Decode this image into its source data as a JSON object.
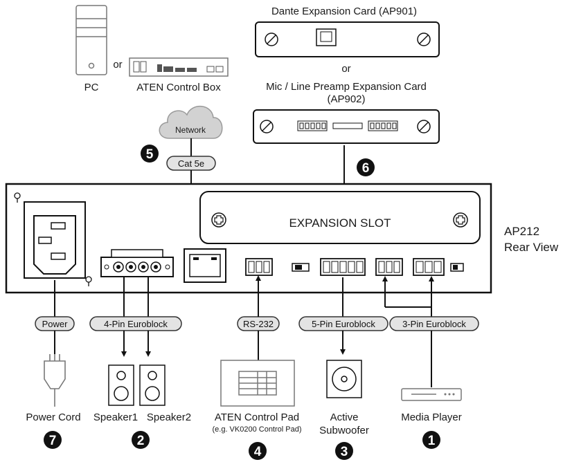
{
  "devices": {
    "pc": "PC",
    "or_top": "or",
    "control_box": "ATEN Control Box",
    "network": "Network",
    "dante_card": "Dante Expansion Card (AP901)",
    "or_cards": "or",
    "mic_card_line1": "Mic / Line Preamp Expansion Card",
    "mic_card_line2": "(AP902)",
    "expansion_slot": "EXPANSION SLOT",
    "model_line1": "AP212",
    "model_line2": "Rear View",
    "power_cord": "Power Cord",
    "speaker1": "Speaker1",
    "speaker2": "Speaker2",
    "control_pad_line1": "ATEN Control Pad",
    "control_pad_line2": "(e.g. VK0200 Control Pad)",
    "subwoofer_line1": "Active",
    "subwoofer_line2": "Subwoofer",
    "media_player": "Media Player"
  },
  "cables": {
    "cat5e": "Cat 5e",
    "power": "Power",
    "four_pin": "4-Pin Euroblock",
    "rs232": "RS-232",
    "five_pin": "5-Pin Euroblock",
    "three_pin": "3-Pin Euroblock"
  },
  "steps": [
    "1",
    "2",
    "3",
    "4",
    "5",
    "6",
    "7"
  ]
}
